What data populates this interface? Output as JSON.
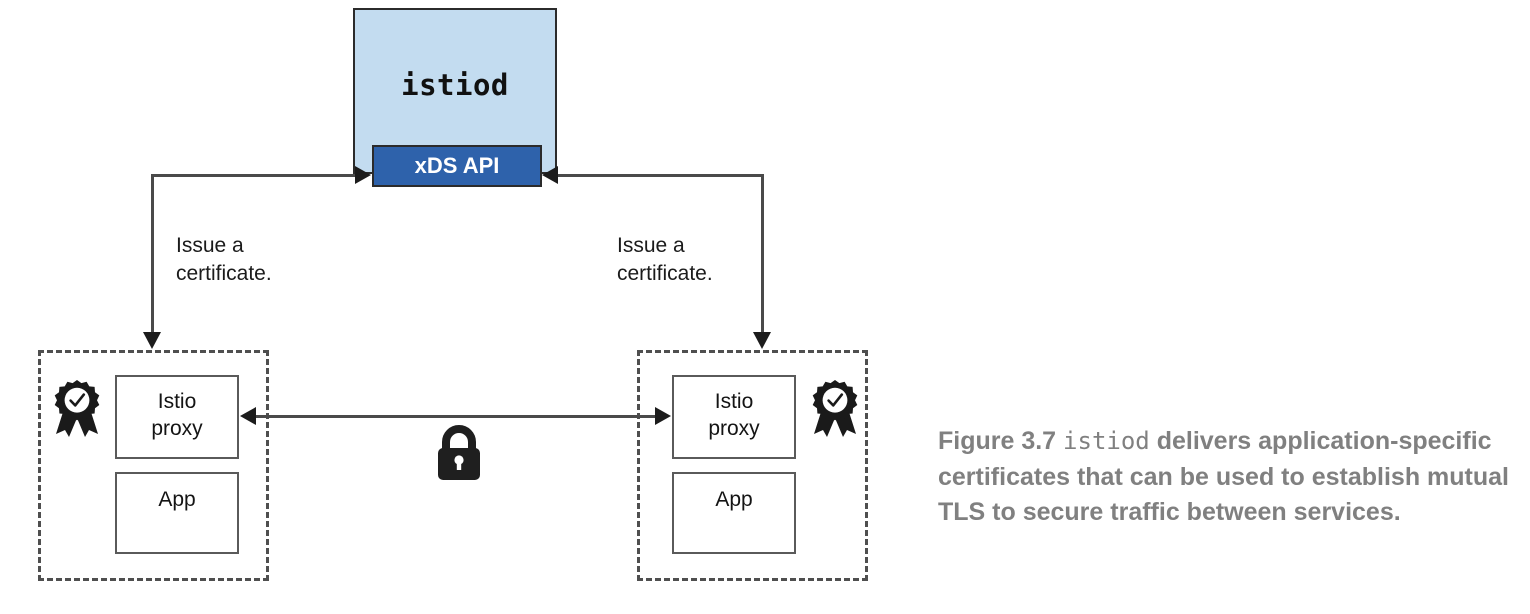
{
  "diagram": {
    "control_plane": {
      "name": "istiod",
      "api_label": "xDS API",
      "fill_color": "#c3dcf0",
      "api_fill_color": "#2e62ab"
    },
    "annotations": {
      "issue_left": "Issue a\ncertificate.",
      "issue_right": "Issue a\ncertificate."
    },
    "services": [
      {
        "id": "service-left",
        "proxy_label": "Istio\nproxy",
        "app_label": "App",
        "badge_icon": "certificate-rosette-icon"
      },
      {
        "id": "service-right",
        "proxy_label": "Istio\nproxy",
        "app_label": "App",
        "badge_icon": "certificate-rosette-icon"
      }
    ],
    "secure_channel": {
      "icon": "padlock-icon",
      "direction": "bidirectional"
    }
  },
  "caption": {
    "figure_number": "Figure 3.7",
    "mono_term": "istiod",
    "text": "delivers application-specific certificates that can be used to establish mutual TLS to secure traffic between services.",
    "color": "#808080"
  }
}
